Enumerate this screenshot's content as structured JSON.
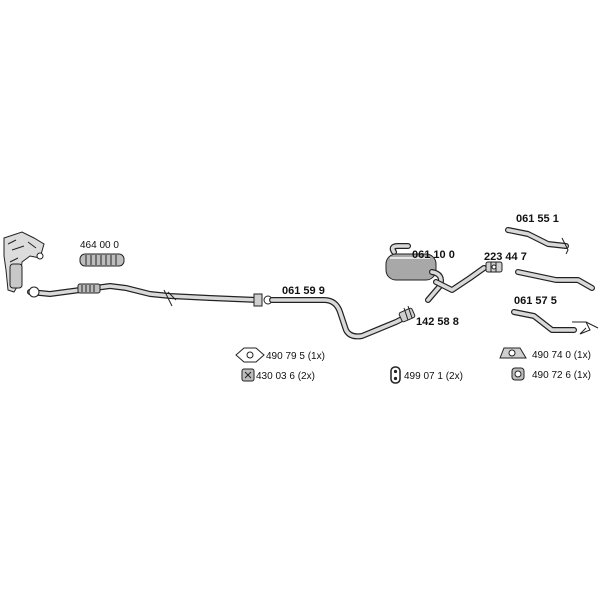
{
  "labels": {
    "flex_pipe": "464 00 0",
    "center_pipe": "061 59 9",
    "middle_silencer": "061 10 0",
    "connector_sleeve": "142 58 8",
    "rear_clamp": "223 44 7",
    "tail_pipe_upper": "061 55 1",
    "tail_pipe_lower": "061 57 5"
  },
  "accessories": {
    "gasket_ring": "490 79 5 (1x)",
    "clamp_set": "430 03 6 (2x)",
    "rubber_mount": "499 07 1 (2x)",
    "hanger_bracket": "490 74 0 (1x)",
    "hanger_clip": "490 72 6 (1x)"
  },
  "colors": {
    "line": "#222222",
    "part_fill": "#d9d9d9",
    "background": "#ffffff"
  }
}
